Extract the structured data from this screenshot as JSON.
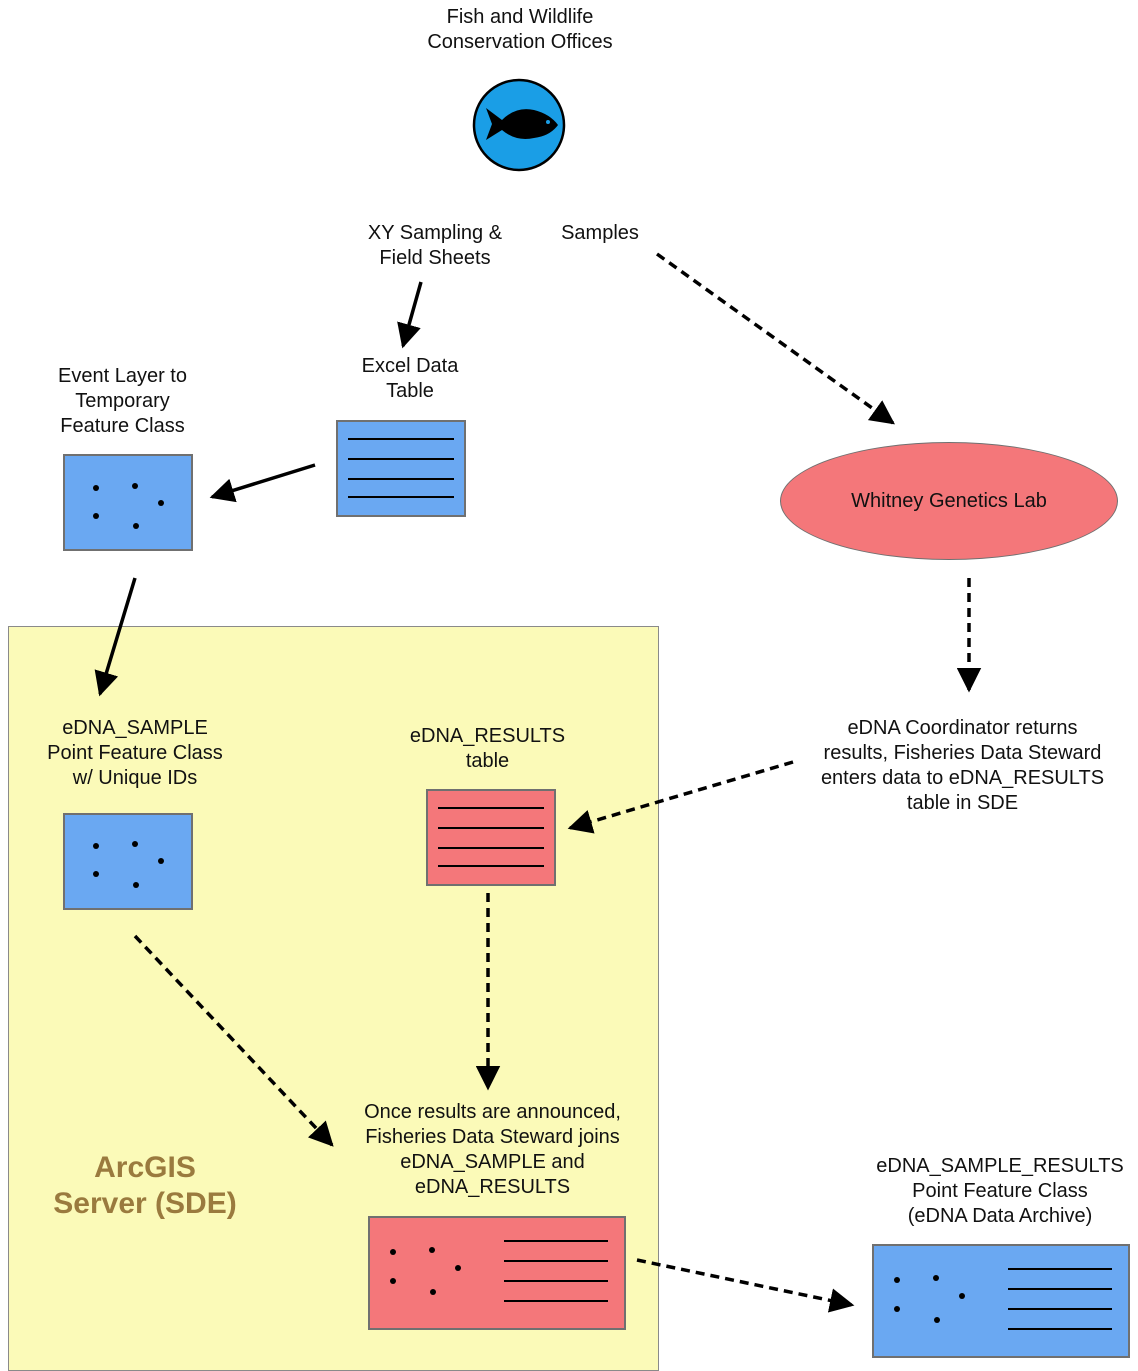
{
  "header": {
    "icon": "fish-icon",
    "title": "Fish and Wildlife\nConservation Offices"
  },
  "labels": {
    "xy_sampling": "XY Sampling &\nField Sheets",
    "samples": "Samples",
    "excel_table": "Excel Data\nTable",
    "event_layer": "Event Layer to\nTemporary\nFeature Class",
    "lab": "Whitney Genetics Lab",
    "edna_sample": "eDNA_SAMPLE\nPoint Feature Class\nw/ Unique IDs",
    "edna_results": "eDNA_RESULTS\ntable",
    "coordinator": "eDNA Coordinator returns\nresults, Fisheries Data Steward\nenters data to eDNA_RESULTS\ntable in SDE",
    "join": "Once results are announced,\nFisheries Data Steward joins\neDNA_SAMPLE and\neDNA_RESULTS",
    "archive": "eDNA_SAMPLE_RESULTS\nPoint Feature Class\n(eDNA Data Archive)",
    "server": "ArcGIS\nServer (SDE)"
  },
  "colors": {
    "blue_box": "#6aa8f2",
    "red_box": "#f4777a",
    "server_bg": "#fbfab8",
    "server_text": "#9a7a3e",
    "fish_circle": "#1a9ee6"
  }
}
